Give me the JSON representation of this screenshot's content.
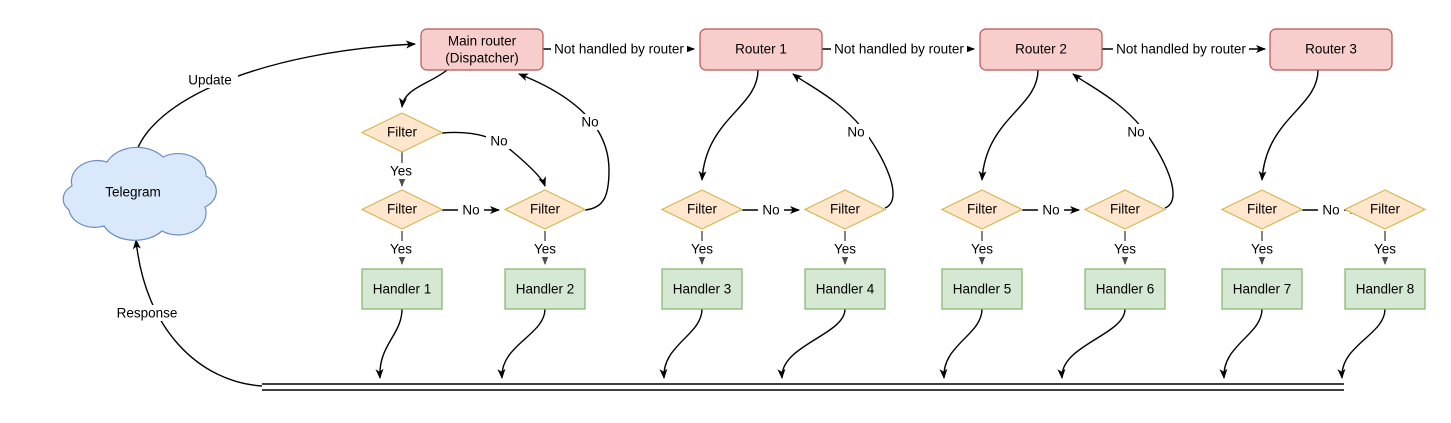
{
  "diagram": {
    "title": "Telegram bot dispatcher routing flow",
    "colors": {
      "router_fill": "#f8cecc",
      "router_stroke": "#b85450",
      "filter_fill": "#ffe6cc",
      "filter_stroke": "#d6b656",
      "handler_fill": "#d5e8d4",
      "handler_stroke": "#82b366",
      "cloud_fill": "#dae8fc",
      "cloud_stroke": "#6c8ebf",
      "edge": "#000000",
      "background": "#ffffff"
    },
    "cloud": {
      "label": "Telegram"
    },
    "routers": [
      {
        "id": "main-router",
        "line1": "Main router",
        "line2": "(Dispatcher)"
      },
      {
        "id": "router-1",
        "line1": "Router 1",
        "line2": ""
      },
      {
        "id": "router-2",
        "line1": "Router 2",
        "line2": ""
      },
      {
        "id": "router-3",
        "line1": "Router 3",
        "line2": ""
      }
    ],
    "filters": [
      {
        "id": "filter-a1",
        "label": "Filter"
      },
      {
        "id": "filter-a2",
        "label": "Filter"
      },
      {
        "id": "filter-a3",
        "label": "Filter"
      },
      {
        "id": "filter-b1",
        "label": "Filter"
      },
      {
        "id": "filter-b2",
        "label": "Filter"
      },
      {
        "id": "filter-c1",
        "label": "Filter"
      },
      {
        "id": "filter-c2",
        "label": "Filter"
      },
      {
        "id": "filter-d1",
        "label": "Filter"
      },
      {
        "id": "filter-d2",
        "label": "Filter"
      }
    ],
    "handlers": [
      {
        "id": "handler-1",
        "label": "Handler 1"
      },
      {
        "id": "handler-2",
        "label": "Handler 2"
      },
      {
        "id": "handler-3",
        "label": "Handler 3"
      },
      {
        "id": "handler-4",
        "label": "Handler 4"
      },
      {
        "id": "handler-5",
        "label": "Handler 5"
      },
      {
        "id": "handler-6",
        "label": "Handler 6"
      },
      {
        "id": "handler-7",
        "label": "Handler 7"
      },
      {
        "id": "handler-8",
        "label": "Handler 8"
      }
    ],
    "edge_labels": {
      "update": "Update",
      "response": "Response",
      "not_handled_1": "Not handled by router",
      "not_handled_2": "Not handled by router",
      "not_handled_3": "Not handled by router",
      "yes_a1": "Yes",
      "yes_a2": "Yes",
      "yes_a3": "Yes",
      "yes_b1": "Yes",
      "yes_b2": "Yes",
      "yes_c1": "Yes",
      "yes_c2": "Yes",
      "yes_d1": "Yes",
      "yes_d2": "Yes",
      "no_a_top": "No",
      "no_a_mid": "No",
      "no_a_back": "No",
      "no_b_mid": "No",
      "no_b_back": "No",
      "no_c_mid": "No",
      "no_c_back": "No",
      "no_d_mid": "No"
    }
  }
}
